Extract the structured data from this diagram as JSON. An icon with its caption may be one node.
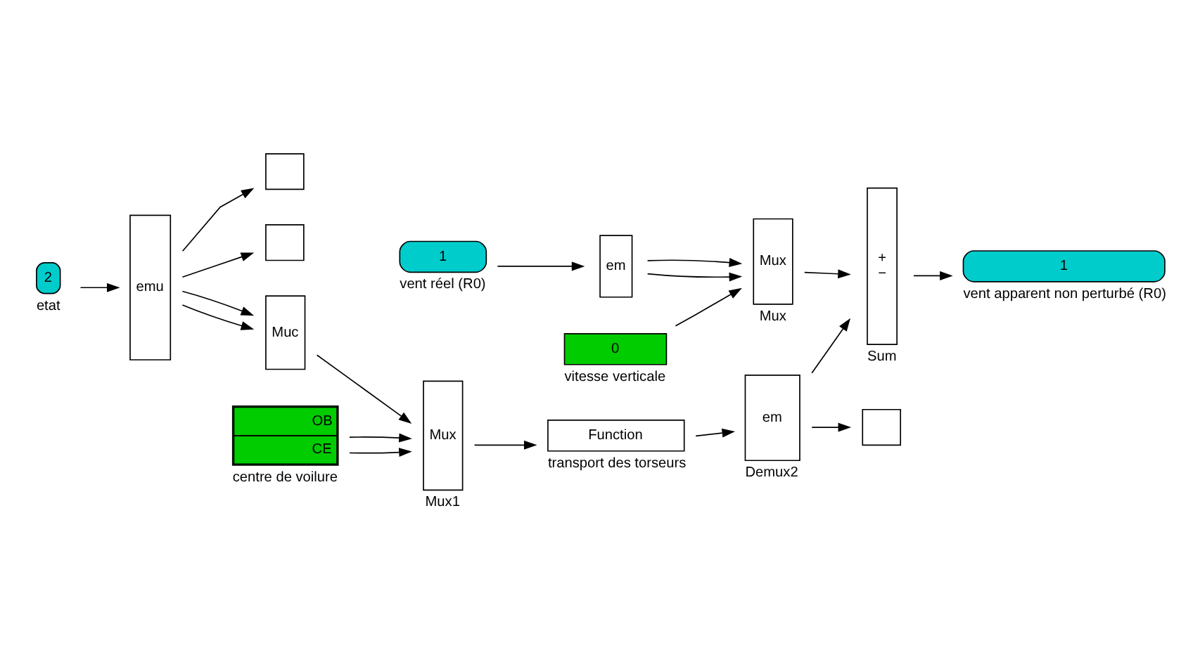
{
  "diagram": {
    "nodes": [
      {
        "text": [
          "1"
        ],
        "beside": [
          "vent réel (R0)"
        ]
      },
      {
        "text": [
          "em"
        ]
      },
      {
        "text": [
          "0"
        ],
        "beside": [
          "vitesse verticale"
        ]
      },
      {
        "text": [
          "Mux"
        ],
        "beside": [
          "Mux"
        ]
      },
      {
        "text": [
          "2"
        ],
        "beside": [
          "etat"
        ]
      },
      {
        "text": [
          "emu"
        ]
      },
      {
        "text": [],
        "shape": "box"
      },
      {
        "text": [],
        "shape": "box"
      },
      {
        "text": [
          "Muc"
        ]
      },
      {
        "text": [
          "OB",
          "CE"
        ],
        "beside": [
          "centre de voilure"
        ]
      },
      {
        "text": [
          "Mux"
        ],
        "beside": [
          "Mux1"
        ]
      },
      {
        "text": [
          "Function"
        ],
        "beside": [
          "transport des torseurs"
        ]
      },
      {
        "text": [
          "em"
        ],
        "beside": [
          "Demux2"
        ]
      },
      {
        "text": [],
        "shape": "box"
      },
      {
        "text": [
          "+",
          "−"
        ],
        "beside": [
          "Sum"
        ]
      },
      {
        "text": [
          "1"
        ],
        "beside": [
          "vent apparent non perturbé (R0)"
        ]
      }
    ],
    "edges": [
      {
        "from": 0,
        "to": 1,
        "arrow": "to"
      },
      {
        "from": 1,
        "to": 3,
        "arrow": "to"
      },
      {
        "from": 1,
        "to": 3,
        "arrow": "to"
      },
      {
        "from": 2,
        "to": 3,
        "arrow": "to"
      },
      {
        "from": 3,
        "to": 14,
        "arrow": "to"
      },
      {
        "from": 4,
        "to": 5,
        "arrow": "to"
      },
      {
        "from": 5,
        "to": 6,
        "arrow": "to"
      },
      {
        "from": 5,
        "to": 7,
        "arrow": "to"
      },
      {
        "from": 5,
        "to": 8,
        "arrow": "to"
      },
      {
        "from": 5,
        "to": 8,
        "arrow": "to"
      },
      {
        "from": 8,
        "to": 10,
        "arrow": "to"
      },
      {
        "from": 9,
        "to": 10,
        "arrow": "to"
      },
      {
        "from": 9,
        "to": 10,
        "arrow": "to"
      },
      {
        "from": 10,
        "to": 11,
        "arrow": "to"
      },
      {
        "from": 11,
        "to": 12,
        "arrow": "to"
      },
      {
        "from": 12,
        "to": 13,
        "arrow": "to"
      },
      {
        "from": 12,
        "to": 14,
        "arrow": "to"
      },
      {
        "from": 14,
        "to": 15,
        "arrow": "to"
      }
    ]
  }
}
